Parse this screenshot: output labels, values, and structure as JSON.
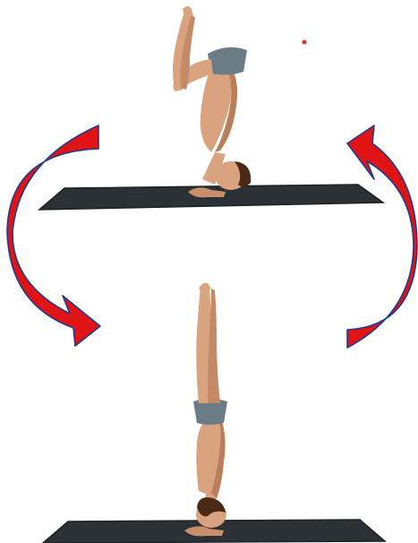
{
  "figure": {
    "top_pose": "forearm-stand-legs-bent",
    "bottom_pose": "forearm-stand-legs-straight",
    "flow": "cycle",
    "colors": {
      "background": "#ffffff",
      "mat": "#2b3134",
      "mat_edge": "#1c2123",
      "skin": "#d9a37f",
      "skin_shade": "#b97e5b",
      "shorts": "#6b7c86",
      "hair": "#4a2a17",
      "arrow_fill": "#e01414",
      "arrow_stroke": "#1f3a8f",
      "dot": "#e03030"
    },
    "icons": {
      "left_arrow": "curved-arrow-down",
      "right_arrow": "curved-arrow-up"
    }
  }
}
